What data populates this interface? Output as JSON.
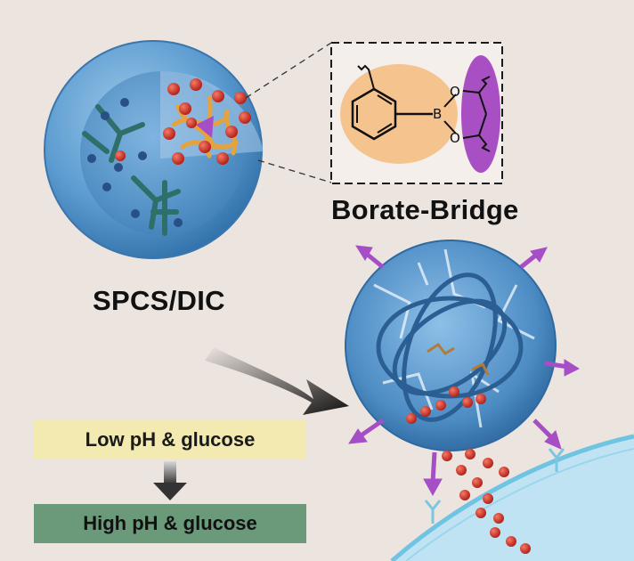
{
  "labels": {
    "borate_bridge": "Borate-Bridge",
    "spcs_dic": "SPCS/DIC",
    "low_condition": "Low pH & glucose",
    "high_condition": "High pH & glucose"
  },
  "structure_atoms": {
    "boron": "B",
    "oxygen_top": "O",
    "oxygen_bottom": "O"
  },
  "colors": {
    "background": "#ece4df",
    "sphere_blue": "#5f9fd0",
    "phenyl_region": "#f5c38e",
    "diol_region": "#a94fc4",
    "drug_particles": "#d33428",
    "low_box": "#f2eab0",
    "high_box": "#6b9a7b"
  }
}
